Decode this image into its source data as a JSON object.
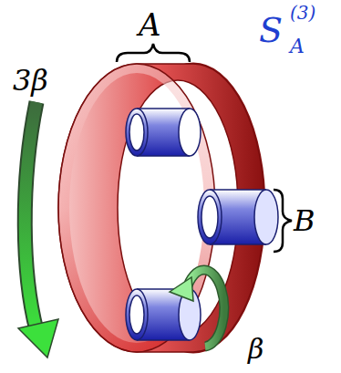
{
  "diagram": {
    "labels": [
      "A",
      "3β",
      "S",
      "(3)",
      "A",
      "B",
      "β"
    ]
  }
}
